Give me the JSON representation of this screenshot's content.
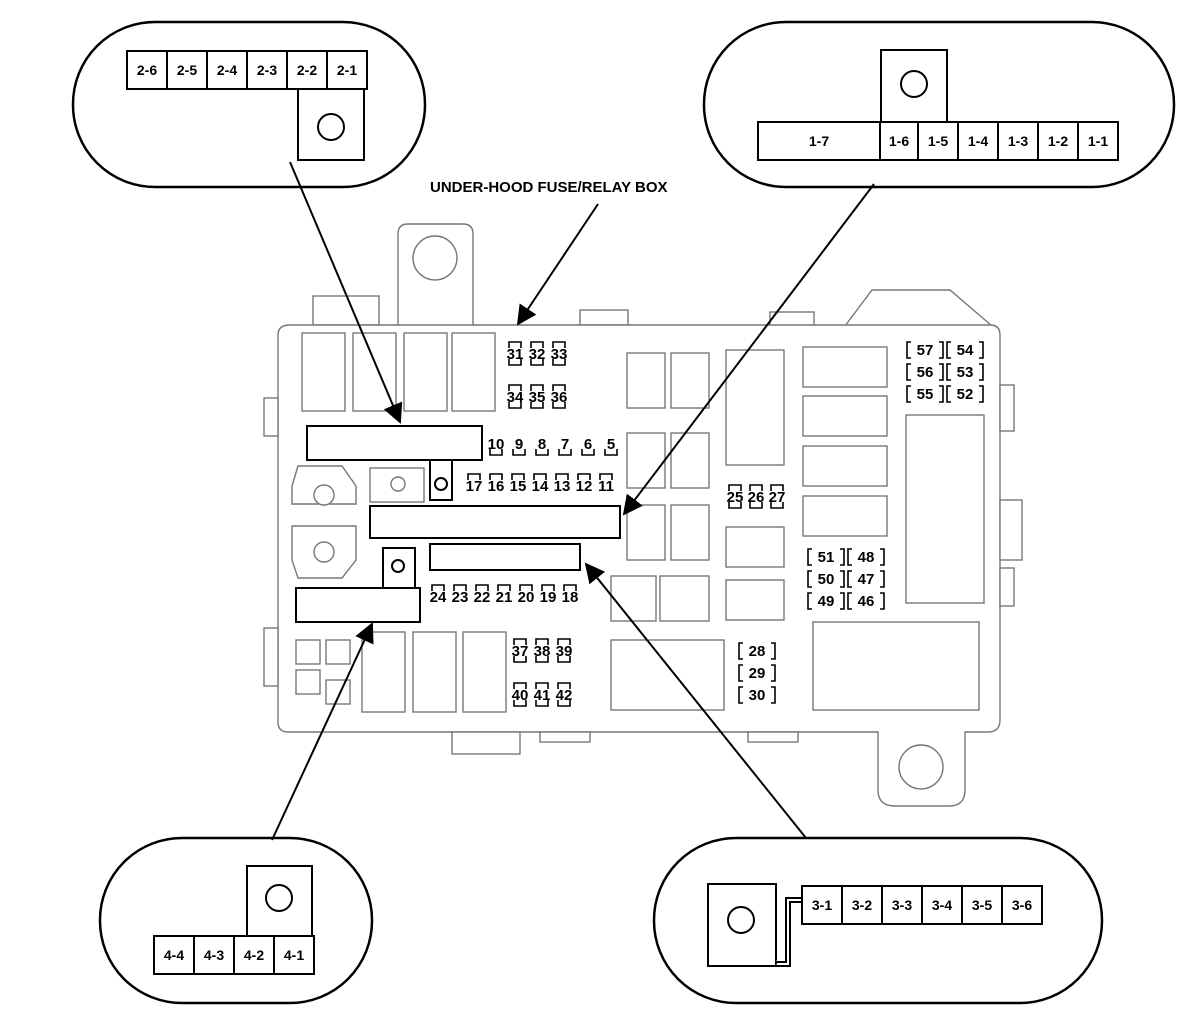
{
  "title": "UNDER-HOOD FUSE/RELAY BOX",
  "connector_1": [
    "1-7",
    "1-6",
    "1-5",
    "1-4",
    "1-3",
    "1-2",
    "1-1"
  ],
  "connector_2": [
    "2-6",
    "2-5",
    "2-4",
    "2-3",
    "2-2",
    "2-1"
  ],
  "connector_3": [
    "3-1",
    "3-2",
    "3-3",
    "3-4",
    "3-5",
    "3-6"
  ],
  "connector_4": [
    "4-4",
    "4-3",
    "4-2",
    "4-1"
  ],
  "fuses": {
    "row_31_33": [
      "31",
      "32",
      "33"
    ],
    "row_34_36": [
      "34",
      "35",
      "36"
    ],
    "row_10_5": [
      "10",
      "9",
      "8",
      "7",
      "6",
      "5"
    ],
    "row_17_11": [
      "17",
      "16",
      "15",
      "14",
      "13",
      "12",
      "11"
    ],
    "row_25_27": [
      "25",
      "26",
      "27"
    ],
    "row_24_18": [
      "24",
      "23",
      "22",
      "21",
      "20",
      "19",
      "18"
    ],
    "row_37_39": [
      "37",
      "38",
      "39"
    ],
    "row_40_42": [
      "40",
      "41",
      "42"
    ],
    "col_28_30": [
      "28",
      "29",
      "30"
    ],
    "right_top": [
      [
        "57",
        "54"
      ],
      [
        "56",
        "53"
      ],
      [
        "55",
        "52"
      ]
    ],
    "right_mid": [
      [
        "51",
        "48"
      ],
      [
        "50",
        "47"
      ],
      [
        "49",
        "46"
      ]
    ]
  }
}
